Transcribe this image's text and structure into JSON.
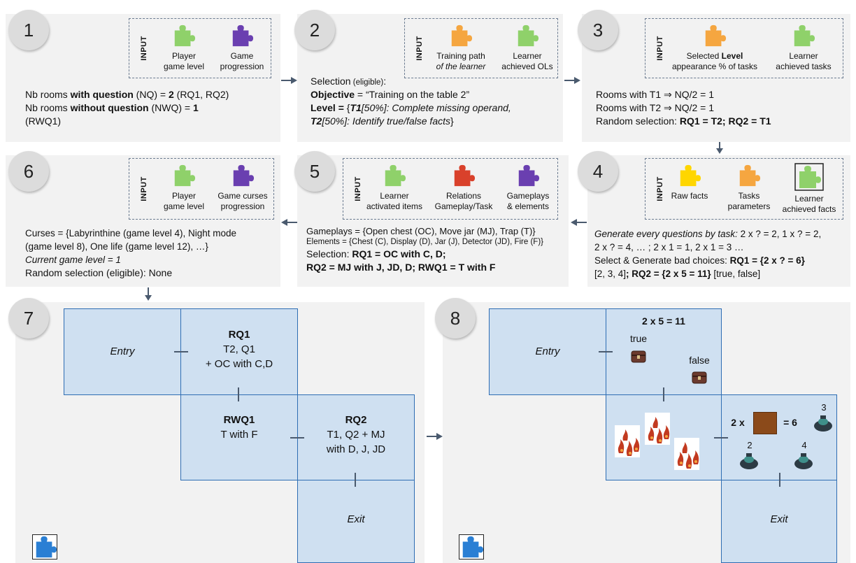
{
  "steps": [
    {
      "num": "1",
      "input_label": "INPUT",
      "inputs": [
        {
          "line1": "Player",
          "line2": "game level",
          "color": "#8fd16a",
          "icon": "puzzle-piece-green"
        },
        {
          "line1": "Game",
          "line2": "progression",
          "color": "#6a3fb0",
          "icon": "puzzle-piece-purple"
        }
      ],
      "lines": [
        "Nb rooms ",
        "with question",
        " (NQ) = ",
        "2",
        " (RQ1, RQ2)",
        "Nb rooms ",
        "without question",
        " (NWQ) = ",
        "1",
        "(RWQ1)"
      ]
    },
    {
      "num": "2",
      "input_label": "INPUT",
      "inputs": [
        {
          "line1": "Training path",
          "line2": "of the learner",
          "color": "#f5a640",
          "icon": "puzzle-piece-orange"
        },
        {
          "line1": "Learner",
          "line2": "achieved OLs",
          "color": "#8fd16a",
          "icon": "puzzle-piece-green"
        }
      ],
      "selection": "Selection",
      "eligible": " (eligible)",
      "colon": ":",
      "objective_label": "Objective",
      "objective_value": " = “Training on the table 2”",
      "level_label": "Level = ",
      "level_open": "{",
      "t1": "T1",
      "t1_rest": "[50%]: Complete missing operand,",
      "t2": "T2",
      "t2_rest": "[50%]: Identify true/false facts",
      "level_close": "}"
    },
    {
      "num": "3",
      "input_label": "INPUT",
      "inputs": [
        {
          "line1": "Selected ",
          "line1_bold": "Level",
          "line2": "appearance % of tasks",
          "color": "#f5a640",
          "icon": "puzzle-piece-orange"
        },
        {
          "line1": "Learner",
          "line2": "achieved tasks",
          "color": "#8fd16a",
          "icon": "puzzle-piece-green"
        }
      ],
      "lines": [
        "Rooms with T1 ⇒ NQ/2 = 1",
        "Rooms with T2 ⇒ NQ/2 = 1",
        "Random selection: ",
        "RQ1 = T2; RQ2 = T1"
      ]
    },
    {
      "num": "4",
      "input_label": "INPUT",
      "inputs": [
        {
          "line1": "Raw facts",
          "line2": "",
          "color": "#ffd600",
          "icon": "puzzle-piece-yellow"
        },
        {
          "line1": "Tasks",
          "line2": "parameters",
          "color": "#f5a640",
          "icon": "puzzle-piece-orange"
        },
        {
          "line1": "Learner",
          "line2": "achieved facts",
          "color": "#8fd16a",
          "icon": "puzzle-piece-green"
        }
      ],
      "gen_italic": "Generate every questions by task:",
      "gen_rest": " 2 x ? = 2, 1 x ? = 2,",
      "gen_line2": "2 x ? = 4, … ; 2 x 1 = 1, 2 x 1 = 3 …",
      "select_line": "Select & Generate bad choices: ",
      "rq1": "RQ1 = {2 x ? = 6}",
      "choices1": "[2, 3, 4]",
      "rq2": "; RQ2 = {2 x 5 = 11}",
      "choices2": " [true, false]"
    },
    {
      "num": "5",
      "input_label": "INPUT",
      "inputs": [
        {
          "line1": "Learner",
          "line2": "activated items",
          "color": "#8fd16a",
          "icon": "puzzle-piece-green"
        },
        {
          "line1": "Relations",
          "line2": "Gameplay/Task",
          "color": "#d9412b",
          "icon": "puzzle-piece-red"
        },
        {
          "line1": "Gameplays",
          "line2": "& elements",
          "color": "#6a3fb0",
          "icon": "puzzle-piece-purple"
        }
      ],
      "gameplays": "Gameplays = {Open chest (OC), Move jar (MJ), Trap (T)}",
      "elements": "Elements = {Chest (C), Display (D), Jar (J), Detector (JD), Fire (F)}",
      "selection": "Selection: ",
      "sel_bold": "RQ1 = OC with C, D;",
      "line4": "RQ2 = MJ with J, JD, D; RWQ1 = T with F"
    },
    {
      "num": "6",
      "input_label": "INPUT",
      "inputs": [
        {
          "line1": "Player",
          "line2": "game level",
          "color": "#8fd16a",
          "icon": "puzzle-piece-green"
        },
        {
          "line1": "Game curses",
          "line2": "progression",
          "color": "#6a3fb0",
          "icon": "puzzle-piece-purple"
        }
      ],
      "line1": "Curses = {Labyrinthine (game level 4), Night mode",
      "line2": "(game level 8), One life (game level 12), …}",
      "line3": "Current game level = 1",
      "line4": "Random selection (eligible): None"
    },
    {
      "num": "7",
      "rooms": {
        "entry": "Entry",
        "rq1_title": "RQ1",
        "rq1_l2": "T2, Q1",
        "rq1_l3": "+ OC with C,D",
        "rwq1_title": "RWQ1",
        "rwq1_l2": "T with F",
        "rq2_title": "RQ2",
        "rq2_l2": "T1, Q2 + MJ",
        "rq2_l3": "with D, J, JD",
        "exit": "Exit"
      }
    },
    {
      "num": "8",
      "rooms": {
        "entry": "Entry",
        "fact": "2 x 5 = 11",
        "true": "true",
        "false": "false",
        "eq_left": "2 x",
        "eq_right": "= 6",
        "c3": "3",
        "c2": "2",
        "c4": "4",
        "exit": "Exit"
      }
    }
  ]
}
